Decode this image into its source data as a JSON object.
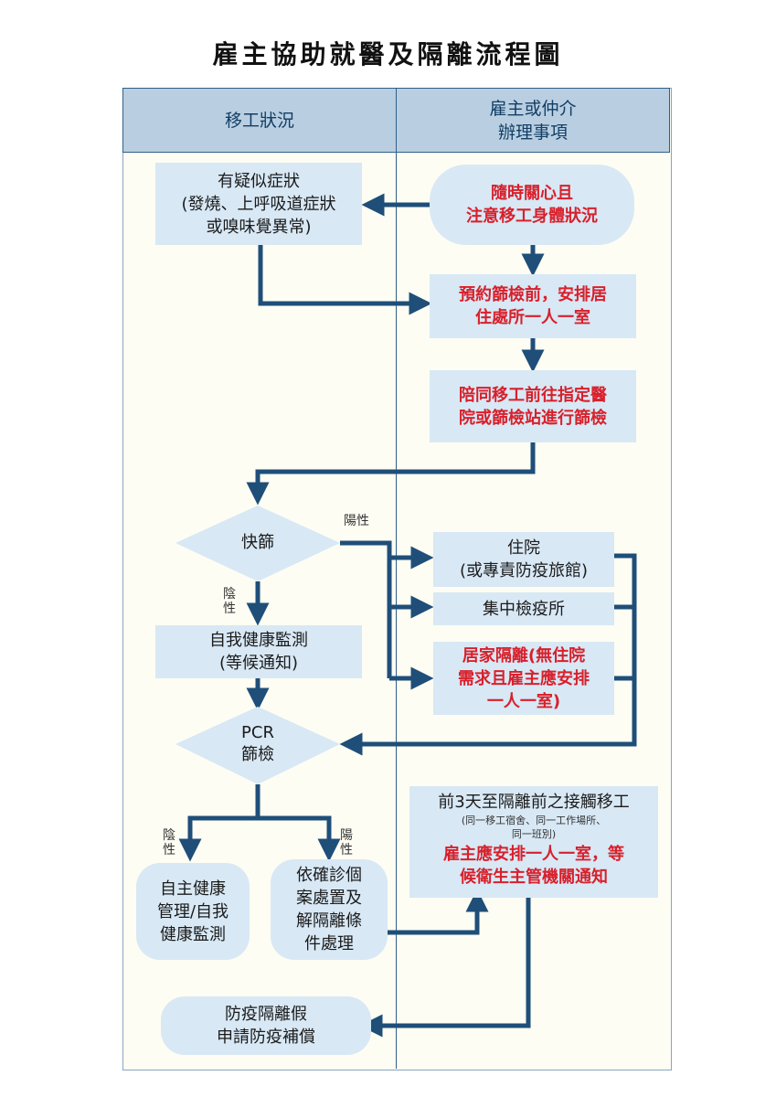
{
  "title": "雇主協助就醫及隔離流程圖",
  "headers": {
    "left": "移工狀況",
    "right": "雇主或仲介\n辦理事項"
  },
  "left": {
    "symptom": "有疑似症狀\n(發燒、上呼吸道症狀\n或嗅味覺異常)",
    "rapid_test": "快篩",
    "self_monitor": "自我健康監測\n(等候通知)",
    "pcr": "PCR\n篩檢",
    "health_manage": "自主健康\n管理/自我\n健康監測",
    "case_handling": "依確診個\n案處置及\n解隔離條\n件處理",
    "compensation": "防疫隔離假\n申請防疫補償"
  },
  "right": {
    "care": "隨時關心且\n注意移工身體狀況",
    "single_room": "預約篩檢前，安排居\n住處所一人一室",
    "accompany": "陪同移工前往指定醫\n院或篩檢站進行篩檢",
    "hospital": "住院\n(或專責防疫旅館)",
    "quarantine_center": "集中檢疫所",
    "home_isolation": "居家隔離(無住院\n需求且雇主應安排\n一人一室)",
    "contact_line1": "前3天至隔離前之接觸移工",
    "contact_line2": "(同一移工宿舍、同一工作場所、\n同一班別)",
    "contact_line3": "雇主應安排一人一室，等\n候衛生主管機關通知"
  },
  "labels": {
    "positive": "陽性",
    "negative": "陰\n性",
    "pcr_negative": "陰\n性",
    "pcr_positive": "陽\n性"
  },
  "colors": {
    "box_fill": "#d8e8f5",
    "header_fill": "#b9cfe1",
    "arrow": "#1f4e79",
    "emphasis_text": "#d8202b"
  }
}
